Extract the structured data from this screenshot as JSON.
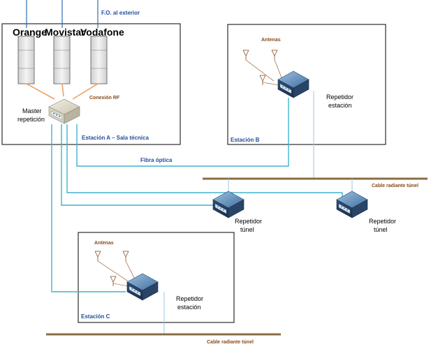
{
  "operators": [
    "Orange",
    "Movistar",
    "Vodafone"
  ],
  "fiber_exterior_label": "F.O. al exterior",
  "rf_connection_label": "Conexión RF",
  "master": {
    "line1": "Master",
    "line2": "repetición"
  },
  "station_a_label": "Estación A – Sala técnica",
  "station_b_label": "Estación B",
  "station_c_label": "Estación C",
  "antennas_label": "Antenas",
  "fiber_optic_label": "Fibra óptica",
  "radiant_cable_label": "Cable radiante túnel",
  "repeater_station": {
    "line1": "Repetidor",
    "line2": "estación"
  },
  "repeater_tunnel": {
    "line1": "Repetidor",
    "line2": "túnel"
  },
  "colors": {
    "fiber": "#3fb3cf",
    "radiant_cable": "#8b6d42",
    "rf": "#f0a060",
    "feed": "#2a6db0"
  }
}
